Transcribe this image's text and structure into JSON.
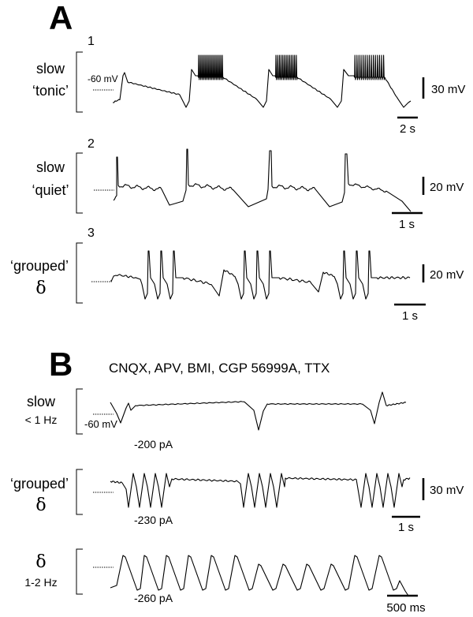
{
  "panels": {
    "A": {
      "letter": "A",
      "traces": [
        {
          "num": "1",
          "line1": "slow",
          "line2": "‘tonic’",
          "vm": "-60 mV",
          "v_scale": "30 mV",
          "t_scale": "2 s"
        },
        {
          "num": "2",
          "line1": "slow",
          "line2": "‘quiet’",
          "v_scale": "20 mV",
          "t_scale": "1 s"
        },
        {
          "num": "3",
          "line1": "‘grouped’",
          "line2": "δ",
          "v_scale": "20 mV",
          "t_scale": "1 s"
        }
      ]
    },
    "B": {
      "letter": "B",
      "drugs": "CNQX, APV, BMI, CGP 56999A, TTX",
      "traces": [
        {
          "line1": "slow",
          "line2": "< 1 Hz",
          "vm": "-60 mV",
          "current": "-200 pA"
        },
        {
          "line1": "‘grouped’",
          "line2": "δ",
          "current": "-230 pA",
          "v_scale": "30 mV",
          "t_scale": "1 s"
        },
        {
          "line1": "δ",
          "line2": "1-2 Hz",
          "current": "-260 pA",
          "t_scale": "500 ms"
        }
      ]
    }
  }
}
